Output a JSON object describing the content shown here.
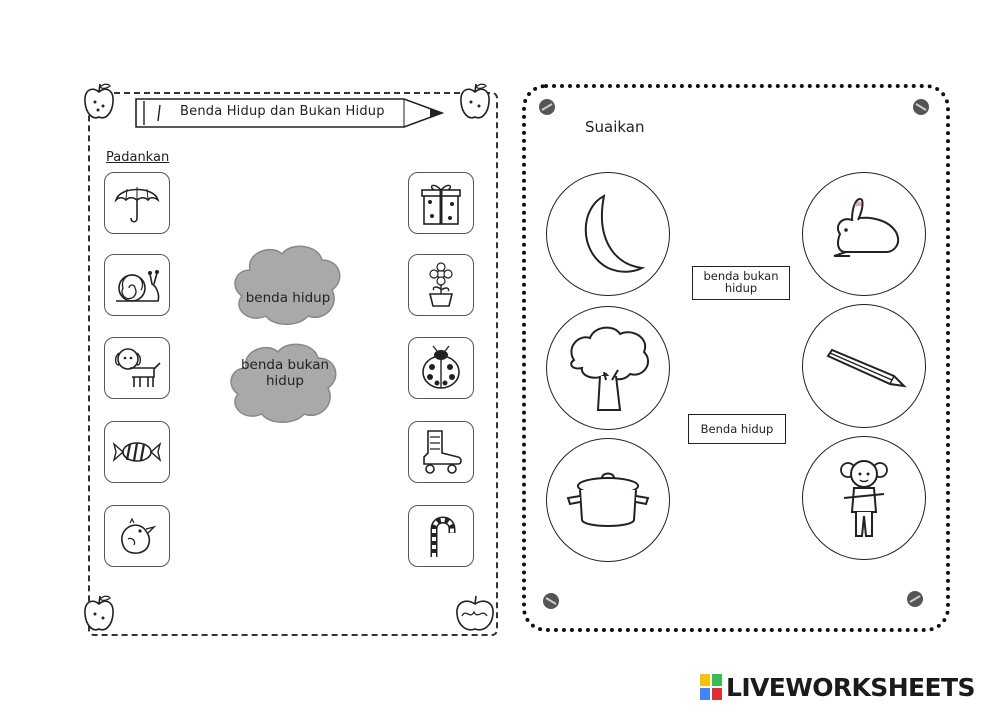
{
  "left_sheet": {
    "title": "Benda Hidup dan Bukan Hidup",
    "instruction": "Padankan",
    "categories": [
      "benda hidup",
      "benda bukan hidup"
    ],
    "left_column": [
      "umbrella-icon",
      "snail-icon",
      "dog-icon",
      "candy-icon",
      "bird-icon"
    ],
    "right_column": [
      "gift-box-icon",
      "flower-pot-icon",
      "ladybug-icon",
      "roller-skate-icon",
      "candy-cane-icon"
    ]
  },
  "right_sheet": {
    "instruction": "Suaikan",
    "labels": [
      "benda bukan hidup",
      "Benda hidup"
    ],
    "left_circles": [
      "moon-icon",
      "tree-icon",
      "pot-icon"
    ],
    "right_circles": [
      "rabbit-icon",
      "pencil-icon",
      "girl-icon"
    ]
  },
  "footer": {
    "brand": "LIVEWORKSHEETS"
  },
  "colors": {
    "cloud_fill": "#a9a9a9",
    "frame_line": "#333333"
  }
}
